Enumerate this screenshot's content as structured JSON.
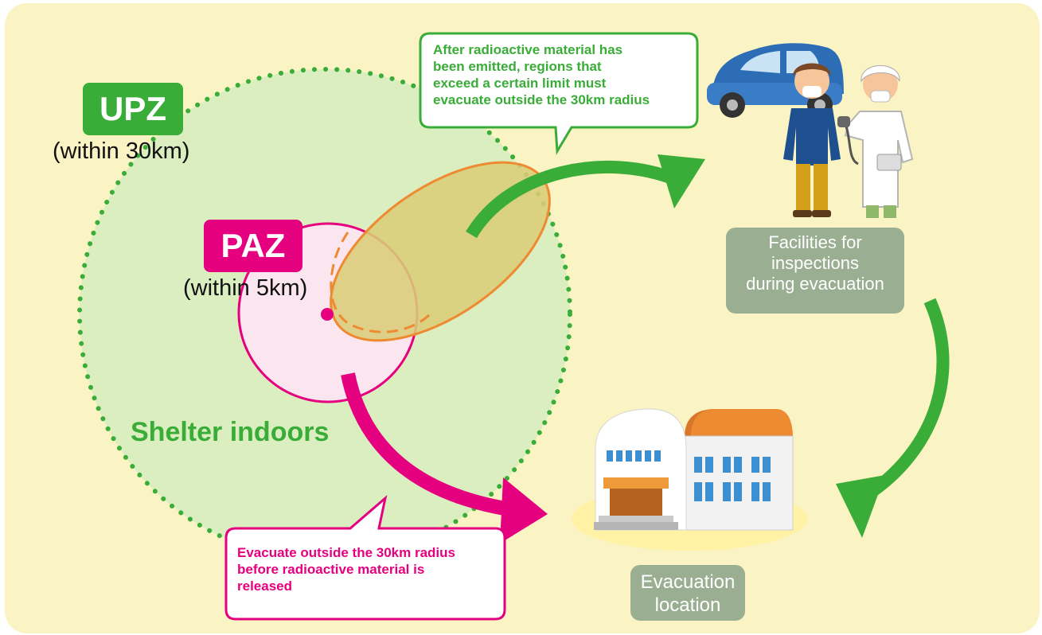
{
  "colors": {
    "panel": "#faf3c4",
    "upz_fill": "#dbeec0",
    "upz_green": "#3aac38",
    "paz_magenta": "#e4007f",
    "paz_fill": "#fbe6f0",
    "plume_fill": "#d9cd78",
    "plume_stroke": "#ee8a32",
    "arrow_green": "#3aac38",
    "box_gray": "#9aae92"
  },
  "upz": {
    "badge": "UPZ",
    "range": "(within 30km)"
  },
  "paz": {
    "badge": "PAZ",
    "range": "(within 5km)"
  },
  "shelter_label": "Shelter indoors",
  "callout_top": {
    "lines": [
      "After radioactive material has",
      "been emitted, regions that",
      "exceed a certain limit must",
      "evacuate outside the 30km radius"
    ]
  },
  "callout_bottom": {
    "lines": [
      "Evacuate outside the 30km radius",
      "before radioactive material is",
      "released"
    ]
  },
  "facilities_box": {
    "lines": [
      "Facilities for",
      "inspections",
      "during evacuation"
    ]
  },
  "evacuation_box": {
    "lines": [
      "Evacuation",
      "location"
    ]
  },
  "icons": [
    "car-icon",
    "person-icon",
    "inspector-icon",
    "building-icon"
  ]
}
